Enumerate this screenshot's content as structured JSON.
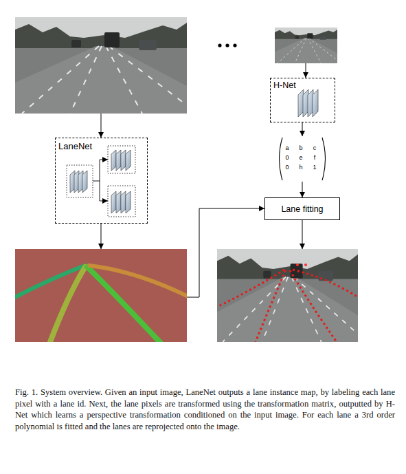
{
  "diagram": {
    "caption": "Fig. 1. System overview. Given an input image, LaneNet outputs a lane instance map, by labeling each lane pixel with a lane id. Next, the lane pixels are transformed using the transformation matrix, outputted by H-Net which learns a perspective transformation conditioned on the input image. For each lane a 3rd order polynomial is fitted and the lanes are reprojected onto the image.",
    "nodes": [
      {
        "text": [
          "H-Net"
        ]
      },
      {
        "text": [
          "LaneNet"
        ]
      },
      {
        "text": [
          "a",
          "b",
          "c",
          "0",
          "e",
          "f",
          "0",
          "h",
          "1"
        ]
      },
      {
        "text": [
          "Lane fitting"
        ]
      }
    ],
    "edges": [
      {
        "from": 0,
        "to": 2,
        "arrow": "to"
      },
      {
        "from": 2,
        "to": 3,
        "arrow": "to"
      }
    ]
  }
}
